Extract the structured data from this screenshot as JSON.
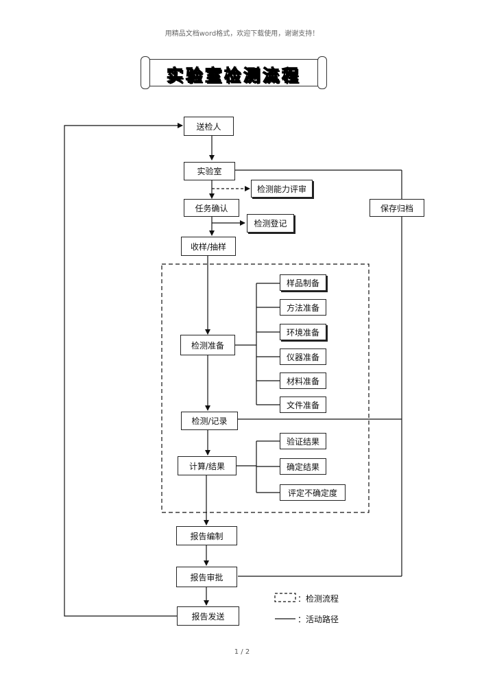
{
  "header_note": "用精品文档word格式，欢迎下载使用，谢谢支持！",
  "title": "实验室检测流程",
  "nodes": {
    "sender": "送检人",
    "lab": "实验室",
    "capability_review": "检测能力评审",
    "task_confirm": "任务确认",
    "test_registration": "检测登记",
    "sample_receive": "收样/抽样",
    "archive": "保存归档",
    "test_prep": "检测准备",
    "sample_prep": "样品制备",
    "method_prep": "方法准备",
    "env_prep": "环境准备",
    "instrument_prep": "仪器准备",
    "material_prep": "材料准备",
    "document_prep": "文件准备",
    "test_record": "检测/记录",
    "calc_result": "计算/结果",
    "verify_result": "验证结果",
    "determine_result": "确定结果",
    "uncertainty": "评定不确定度",
    "report_prepare": "报告编制",
    "report_review": "报告审批",
    "report_send": "报告发送"
  },
  "legend": {
    "dashed": "：检测流程",
    "solid": "：活动路径"
  },
  "page_number": "1 / 2"
}
